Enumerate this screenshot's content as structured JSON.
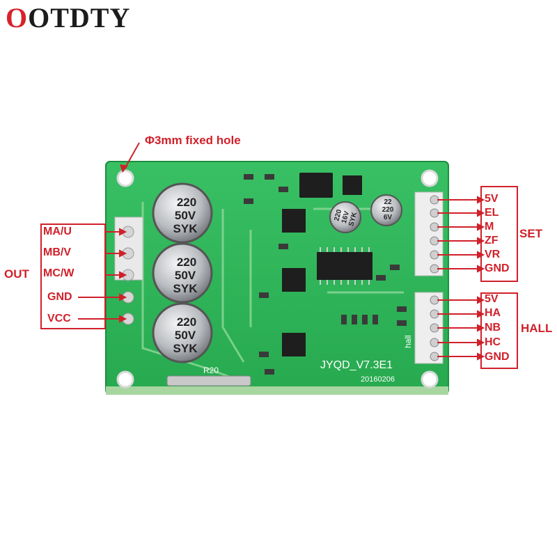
{
  "brand": {
    "first_letter": "O",
    "rest": "OTDTY"
  },
  "hole_note": "Φ3mm fixed hole",
  "board": {
    "model": "JYQD_V7.3E1",
    "date": "20160206",
    "resistor": "R20",
    "hall_silk": "hall",
    "caps_large": [
      {
        "line1": "220",
        "line2": "50V",
        "line3": "SYK"
      },
      {
        "line1": "220",
        "line2": "50V",
        "line3": "SYK"
      },
      {
        "line1": "220",
        "line2": "50V",
        "line3": "SYK"
      }
    ],
    "cap_small_1": {
      "line1": "220",
      "line2": "16V",
      "line3": "SYK"
    },
    "cap_small_2": {
      "line1": "22",
      "line2": "220",
      "line3": "6V"
    }
  },
  "out": {
    "group_label": "OUT",
    "pins": [
      "MA/U",
      "MB/V",
      "MC/W",
      "GND",
      "VCC"
    ]
  },
  "set": {
    "group_label": "SET",
    "pins": [
      "5V",
      "EL",
      "M",
      "ZF",
      "VR",
      "GND"
    ]
  },
  "hall": {
    "group_label": "HALL",
    "pins": [
      "5V",
      "HA",
      "NB",
      "HC",
      "GND"
    ]
  },
  "colors": {
    "pcb": "#2fb85a",
    "pcb_dark": "#1f9a45",
    "annotation": "#d0202a",
    "capacitor": "#b9bcc0"
  }
}
